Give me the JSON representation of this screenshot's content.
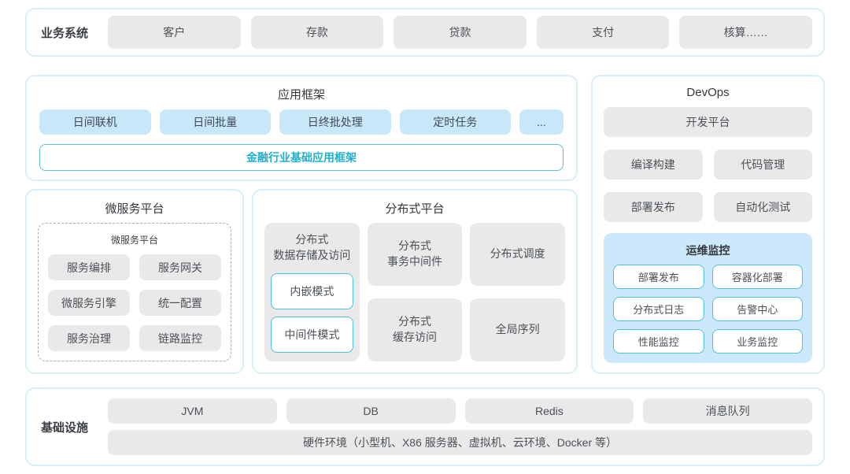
{
  "colors": {
    "outer_border": "#d9eef6",
    "teal_text": "#1fb1cb",
    "teal_border": "#54c3d8",
    "button_gray": "#e9e9e9",
    "button_blue": "#c8e7f8",
    "panel_blue": "#cbe9fb"
  },
  "business_systems": {
    "label": "业务系统",
    "items": [
      "客户",
      "存款",
      "贷款",
      "支付",
      "核算……"
    ]
  },
  "app_framework": {
    "title": "应用框架",
    "items": [
      "日间联机",
      "日间批量",
      "日终批处理",
      "定时任务",
      "..."
    ],
    "base_bar": "金融行业基础应用框架"
  },
  "microservice_platform": {
    "title": "微服务平台",
    "inner_title": "微服务平台",
    "items": [
      "服务编排",
      "服务网关",
      "微服务引擎",
      "统一配置",
      "服务治理",
      "链路监控"
    ]
  },
  "distributed_platform": {
    "title": "分布式平台",
    "storage": {
      "title": "分布式\n数据存储及访问",
      "modes": [
        "内嵌模式",
        "中间件模式"
      ]
    },
    "cells": [
      "分布式\n事务中间件",
      "分布式调度",
      "分布式\n缓存访问",
      "全局序列"
    ]
  },
  "devops": {
    "title": "DevOps",
    "dev_platform": "开发平台",
    "items": [
      "编译构建",
      "代码管理",
      "部署发布",
      "自动化测试"
    ],
    "monitoring": {
      "title": "运维监控",
      "items": [
        "部署发布",
        "容器化部署",
        "分布式日志",
        "告警中心",
        "性能监控",
        "业务监控"
      ]
    }
  },
  "infrastructure": {
    "label": "基础设施",
    "items": [
      "JVM",
      "DB",
      "Redis",
      "消息队列"
    ],
    "hardware": "硬件环境（小型机、X86 服务器、虚拟机、云环境、Docker 等）"
  }
}
